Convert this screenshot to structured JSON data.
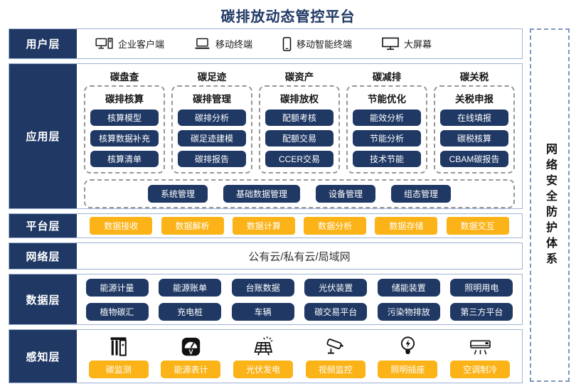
{
  "title": "碳排放动态管控平台",
  "colors": {
    "navy": "#1f3864",
    "yellow": "#fbb317",
    "row_border": "#9fb3d4"
  },
  "user_layer": {
    "label": "用户层",
    "items": [
      {
        "icon": "desktop-pc-icon",
        "label": "企业客户端"
      },
      {
        "icon": "laptop-icon",
        "label": "移动终端"
      },
      {
        "icon": "smartphone-icon",
        "label": "移动智能终端"
      },
      {
        "icon": "big-screen-icon",
        "label": "大屏幕"
      }
    ]
  },
  "app_layer": {
    "label": "应用层",
    "columns": [
      {
        "header": "碳盘查",
        "subheader": "碳排核算",
        "buttons": [
          "核算模型",
          "核算数据补充",
          "核算清单"
        ]
      },
      {
        "header": "碳足迹",
        "subheader": "碳排管理",
        "buttons": [
          "碳排分析",
          "碳足迹建模",
          "碳排报告"
        ]
      },
      {
        "header": "碳资产",
        "subheader": "碳排放权",
        "buttons": [
          "配额考核",
          "配额交易",
          "CCER交易"
        ]
      },
      {
        "header": "碳减排",
        "subheader": "节能优化",
        "buttons": [
          "能效分析",
          "节能分析",
          "技术节能"
        ]
      },
      {
        "header": "碳关税",
        "subheader": "关税申报",
        "buttons": [
          "在线填报",
          "碳税核算",
          "CBAM碳报告"
        ]
      }
    ],
    "management_buttons": [
      "系统管理",
      "基础数据管理",
      "设备管理",
      "组态管理"
    ]
  },
  "platform_layer": {
    "label": "平台层",
    "buttons": [
      "数据接收",
      "数据解析",
      "数据计算",
      "数据分析",
      "数据存储",
      "数据交互"
    ]
  },
  "network_layer": {
    "label": "网络层",
    "text": "公有云/私有云/局域网"
  },
  "data_layer": {
    "label": "数据层",
    "rows": [
      [
        "能源计量",
        "能源账单",
        "台账数据",
        "光伏装置",
        "储能装置",
        "照明用电"
      ],
      [
        "植物碳汇",
        "充电桩",
        "车辆",
        "碳交易平台",
        "污染物排放",
        "第三方平台"
      ]
    ]
  },
  "perception_layer": {
    "label": "感知层",
    "items": [
      {
        "icon": "carbon-monitor-icon",
        "label": "碳监测"
      },
      {
        "icon": "energy-meter-icon",
        "label": "能源表计"
      },
      {
        "icon": "solar-panel-icon",
        "label": "光伏发电"
      },
      {
        "icon": "cctv-camera-icon",
        "label": "视频监控"
      },
      {
        "icon": "light-bulb-icon",
        "label": "照明插座"
      },
      {
        "icon": "air-conditioner-icon",
        "label": "空调制冷"
      }
    ]
  },
  "security_sidebar": {
    "text": "网络安全防护体系"
  }
}
